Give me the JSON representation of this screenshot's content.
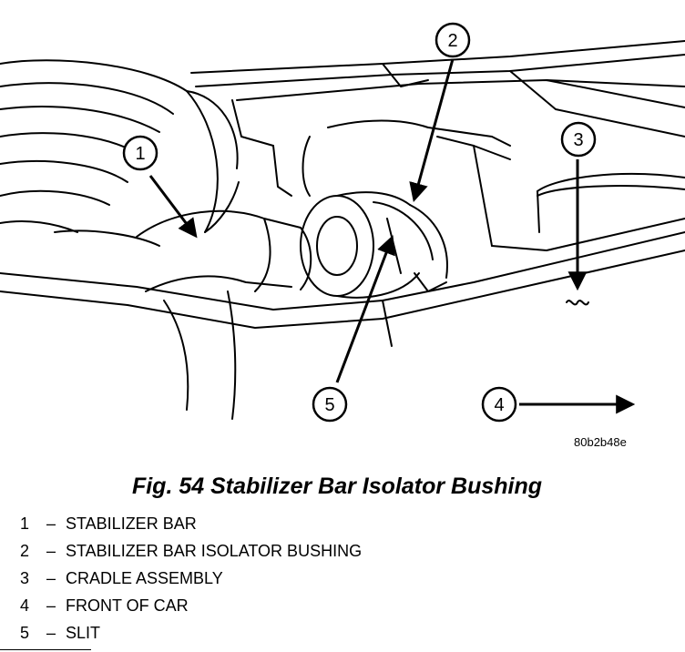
{
  "figure": {
    "drawing_code": "80b2b48e",
    "title": "Fig. 54 Stabilizer Bar Isolator Bushing"
  },
  "callouts": [
    "1",
    "2",
    "3",
    "4",
    "5"
  ],
  "legend": [
    {
      "num": "1",
      "dash": "–",
      "label": "STABILIZER BAR"
    },
    {
      "num": "2",
      "dash": "–",
      "label": "STABILIZER BAR ISOLATOR BUSHING"
    },
    {
      "num": "3",
      "dash": "–",
      "label": "CRADLE ASSEMBLY"
    },
    {
      "num": "4",
      "dash": "–",
      "label": "FRONT OF CAR"
    },
    {
      "num": "5",
      "dash": "–",
      "label": "SLIT"
    }
  ]
}
